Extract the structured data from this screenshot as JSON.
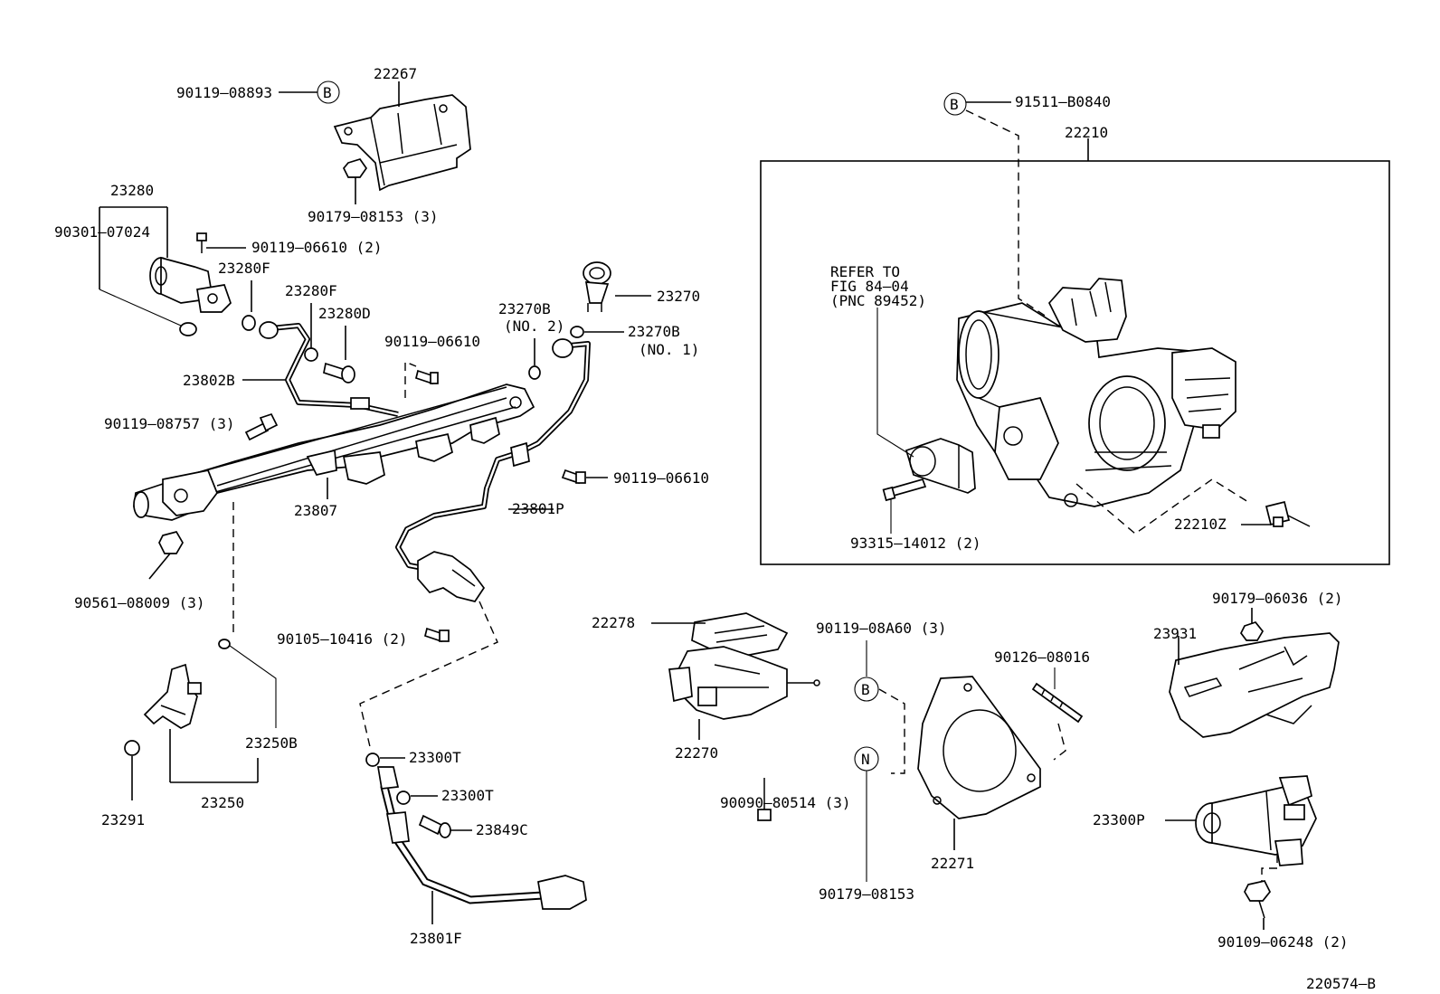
{
  "figure_id": "220574–B",
  "frame_label": "22210",
  "note": {
    "line1": "REFER TO",
    "line2": "FIG 84–04",
    "line3": "(PNC 89452)"
  },
  "markers": {
    "b1": "B",
    "b2": "B",
    "b3": "B",
    "n1": "N"
  },
  "labels": {
    "p22267": "22267",
    "p90119_08893": "90119–08893",
    "p90179_08153_3": "90179–08153 (3)",
    "p23280": "23280",
    "p90301_07024": "90301–07024",
    "p90119_06610_2": "90119–06610 (2)",
    "p23280F_a": "23280F",
    "p23280F_b": "23280F",
    "p23280D": "23280D",
    "p23270B_a": "23270B",
    "p23270B_a_sub": "(NO. 2)",
    "p23270": "23270",
    "p23270B_b": "23270B",
    "p23270B_b_sub": "(NO. 1)",
    "p90119_06610_a": "90119–06610",
    "p23802B": "23802B",
    "p90119_08757_3": "90119–08757 (3)",
    "p90119_06610_b": "90119–06610",
    "p23807": "23807",
    "p23801P": "23801P",
    "p90561_08009_3": "90561–08009 (3)",
    "p90105_10416_2": "90105–10416 (2)",
    "p23250B": "23250B",
    "p23250": "23250",
    "p23291": "23291",
    "p23300T_a": "23300T",
    "p23300T_b": "23300T",
    "p23849C": "23849C",
    "p23801F": "23801F",
    "p91511_B0840": "91511–B0840",
    "p93315_14012_2": "93315–14012 (2)",
    "p22210Z": "22210Z",
    "p22278": "22278",
    "p22270": "22270",
    "p90090_80514_3": "90090–80514 (3)",
    "p90119_08A60_3": "90119–08A60 (3)",
    "p90126_08016": "90126–08016",
    "p22271": "22271",
    "p90179_08153": "90179–08153",
    "p90179_06036_2": "90179–06036 (2)",
    "p23931": "23931",
    "p23300P": "23300P",
    "p90109_06248_2": "90109–06248 (2)"
  }
}
